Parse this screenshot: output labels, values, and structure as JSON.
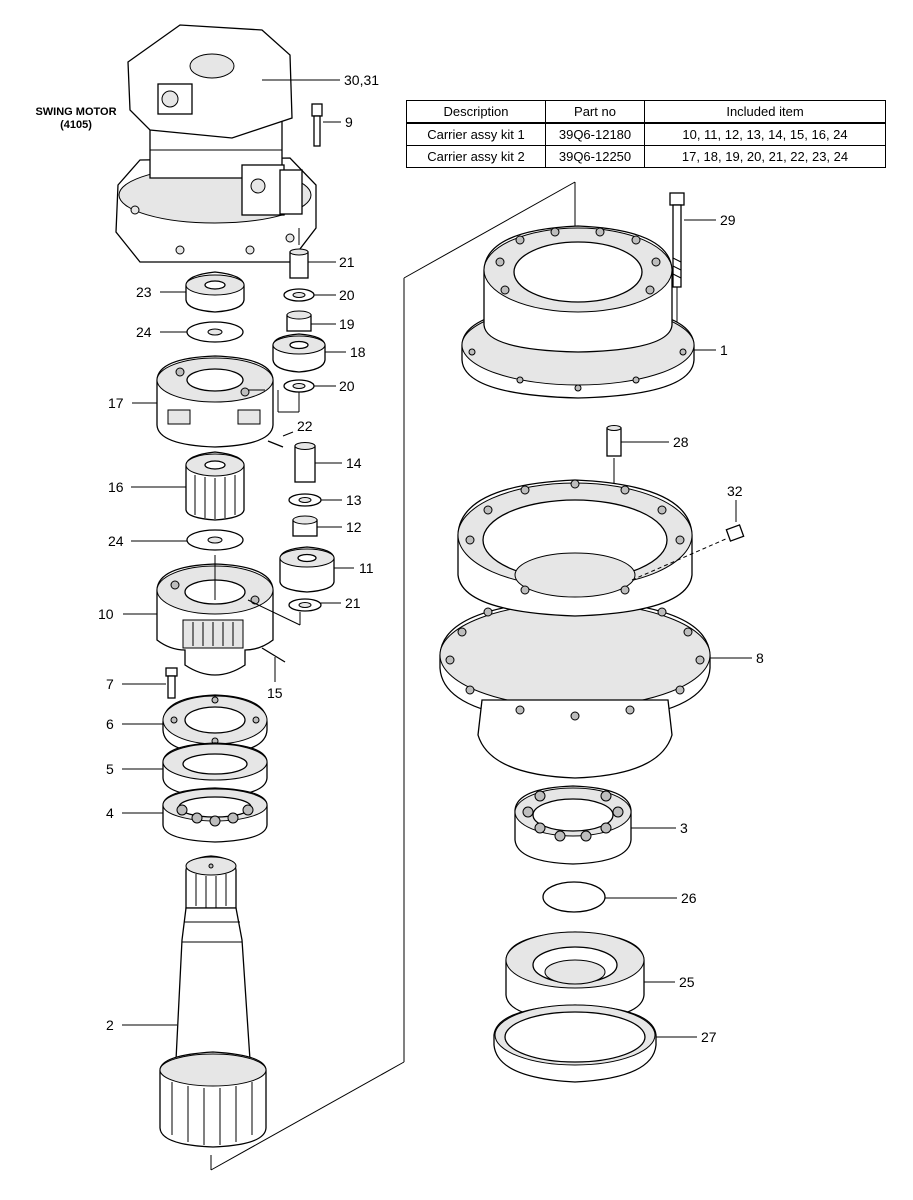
{
  "motor_label": {
    "line1": "SWING MOTOR",
    "line2": "(4105)"
  },
  "callouts": {
    "c30_31": "30,31",
    "c9": "9",
    "c21a": "21",
    "c20a": "20",
    "c23": "23",
    "c24a": "24",
    "c19": "19",
    "c18": "18",
    "c17": "17",
    "c20b": "20",
    "c22": "22",
    "c14": "14",
    "c16": "16",
    "c13": "13",
    "c24b": "24",
    "c12": "12",
    "c11": "11",
    "c10": "10",
    "c21b": "21",
    "c15": "15",
    "c7": "7",
    "c6": "6",
    "c5": "5",
    "c4": "4",
    "c2": "2",
    "c29": "29",
    "c1": "1",
    "c28": "28",
    "c32": "32",
    "c8": "8",
    "c3": "3",
    "c26": "26",
    "c25": "25",
    "c27": "27"
  },
  "kit_table": {
    "headers": {
      "description": "Description",
      "part_no": "Part no",
      "included": "Included item"
    },
    "rows": [
      {
        "description": "Carrier assy kit 1",
        "part_no": "39Q6-12180",
        "included": "10, 11, 12, 13, 14, 15, 16, 24"
      },
      {
        "description": "Carrier assy kit 2",
        "part_no": "39Q6-12250",
        "included": "17, 18, 19, 20, 21, 22, 23, 24"
      }
    ]
  }
}
